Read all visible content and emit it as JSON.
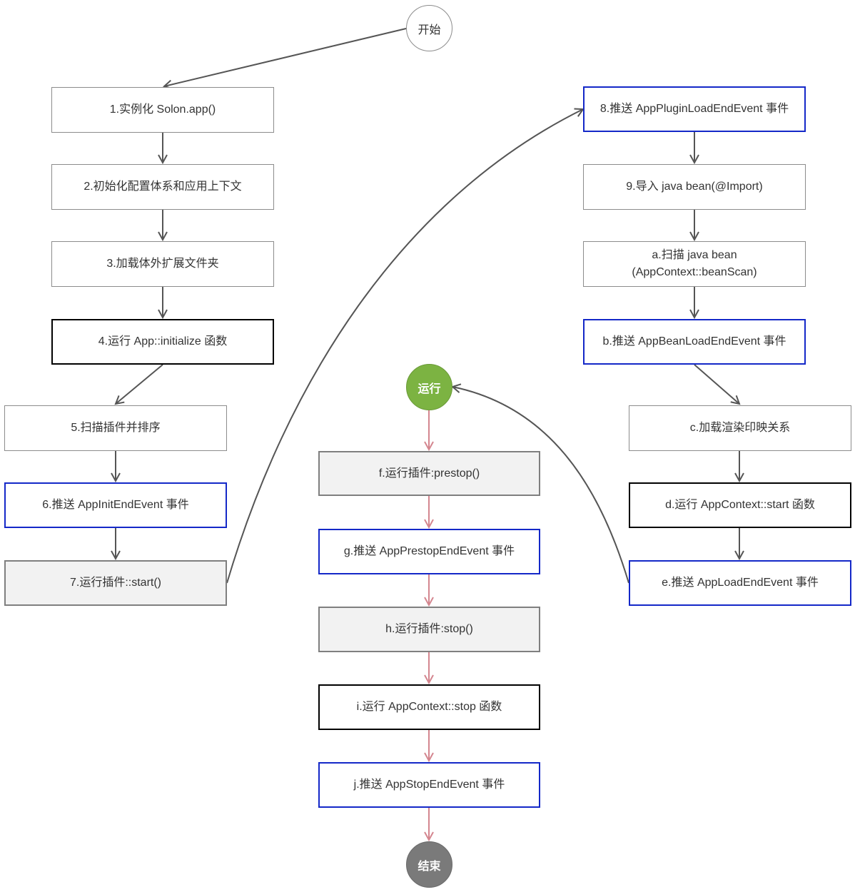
{
  "nodes": {
    "start": "开始",
    "s1": "1.实例化 Solon.app()",
    "s2": "2.初始化配置体系和应用上下文",
    "s3": "3.加载体外扩展文件夹",
    "s4": "4.运行 App::initialize 函数",
    "s5": "5.扫描插件并排序",
    "s6": "6.推送 AppInitEndEvent 事件",
    "s7": "7.运行插件::start()",
    "s8": "8.推送 AppPluginLoadEndEvent 事件",
    "s9": "9.导入 java bean(@Import)",
    "sa": "a.扫描 java bean\n(AppContext::beanScan)",
    "sb": "b.推送 AppBeanLoadEndEvent 事件",
    "sc": "c.加载渲染印映关系",
    "sd": "d.运行 AppContext::start 函数",
    "se": "e.推送 AppLoadEndEvent 事件",
    "run": "运行",
    "sf": "f.运行插件:prestop()",
    "sg": "g.推送 AppPrestopEndEvent 事件",
    "sh": "h.运行插件:stop()",
    "si": "i.运行 AppContext::stop 函数",
    "sj": "j.推送 AppStopEndEvent 事件",
    "end": "结束"
  },
  "colors": {
    "arrow": "#555555",
    "stop_arrow": "#d4868f",
    "event_border": "#1428c8",
    "run_circle": "#7cb342",
    "end_circle": "#7a7a7a"
  }
}
